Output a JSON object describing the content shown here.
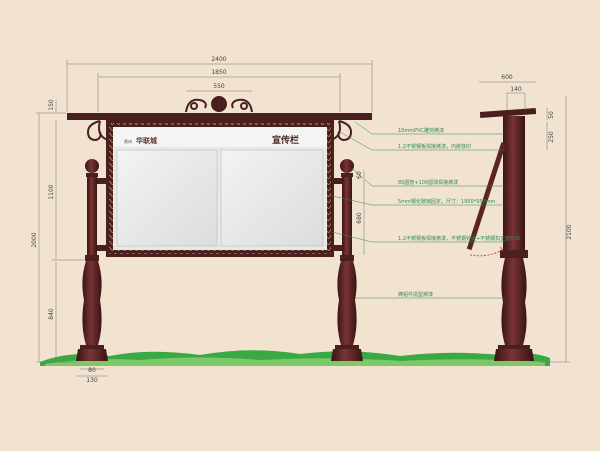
{
  "board": {
    "title": "宣传栏",
    "brand_small": "贵州",
    "brand_big": "华联城"
  },
  "dimensions": {
    "overall_width": "2400",
    "inner_width": "1850",
    "crest_width": "550",
    "side_width": "600",
    "side_top": "140",
    "height_total": "2000",
    "height_upper": "1100",
    "height_lower": "840",
    "top_cap": "150",
    "side_total": "2100",
    "side_50": "50",
    "side_250": "250",
    "panel_height": "680",
    "panel_top": "60",
    "base_80": "80",
    "base_130": "130"
  },
  "notes": [
    "10mmPVC雕刻烤漆",
    "1.2不锈钢板焊接烤漆，内嵌铁印",
    "85圆管+100圆球焊接烤漆",
    "5mm钢化玻璃固定，尺寸：1950*950mm",
    "1.2不锈钢板焊接烤漆，不锈钢铰链+不锈钢扣正面开启",
    "铸铝件造型烤漆"
  ],
  "colors": {
    "background": "#f1e3d0",
    "frame": "#4a1f1f",
    "grass": "#3aa845",
    "note": "#2e8b57"
  }
}
